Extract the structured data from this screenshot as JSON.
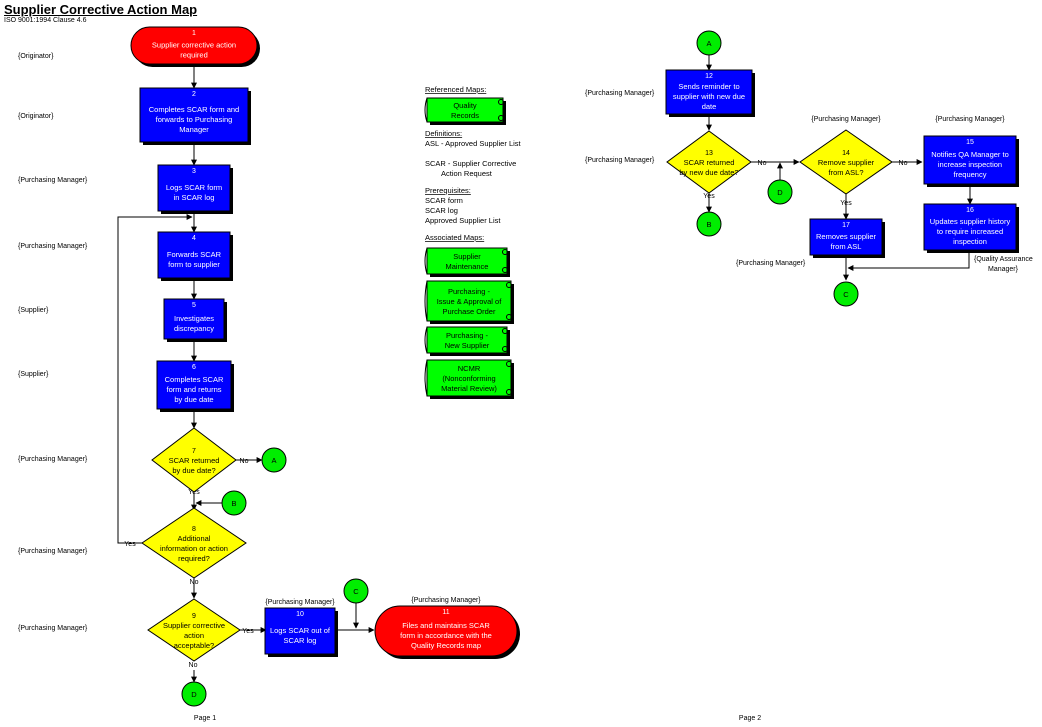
{
  "title": "Supplier Corrective Action Map",
  "subtitle": "ISO 9001:1994 Clause 4.6",
  "colors": {
    "terminator": "#ff0000",
    "process": "#0000ff",
    "decision": "#ffff00",
    "connector": "#00ee00",
    "map": "#00ff00",
    "line": "#000000"
  },
  "page1": {
    "lanes": [
      "{Originator}",
      "{Originator}",
      "{Purchasing Manager}",
      "{Purchasing Manager}",
      "{Supplier}",
      "{Supplier}",
      "{Purchasing Manager}",
      "{Purchasing Manager}",
      "{Purchasing Manager}"
    ],
    "steps": {
      "s1": {
        "num": "1",
        "lines": [
          "Supplier corrective action",
          "required"
        ]
      },
      "s2": {
        "num": "2",
        "lines": [
          "Completes SCAR form and",
          "forwards to Purchasing",
          "Manager"
        ]
      },
      "s3": {
        "num": "3",
        "lines": [
          "Logs SCAR form",
          "in SCAR log"
        ]
      },
      "s4": {
        "num": "4",
        "lines": [
          "Forwards SCAR",
          "form to supplier"
        ]
      },
      "s5": {
        "num": "5",
        "lines": [
          "Investigates",
          "discrepancy"
        ]
      },
      "s6": {
        "num": "6",
        "lines": [
          "Completes SCAR",
          "form and returns",
          "by due date"
        ]
      },
      "s7": {
        "num": "7",
        "lines": [
          "SCAR returned",
          "by due date?"
        ]
      },
      "s8": {
        "num": "8",
        "lines": [
          "Additional",
          "information or action",
          "required?"
        ]
      },
      "s9": {
        "num": "9",
        "lines": [
          "Supplier corrective",
          "action",
          "acceptable?"
        ]
      },
      "s10": {
        "num": "10",
        "role": "{Purchasing Manager}",
        "lines": [
          "Logs SCAR out of",
          "SCAR log"
        ]
      },
      "s11": {
        "num": "11",
        "role": "{Purchasing Manager}",
        "lines": [
          "Files and maintains SCAR",
          "form in accordance with the",
          "Quality Records map"
        ]
      }
    },
    "connectors": {
      "a": "A",
      "b": "B",
      "c": "C",
      "d": "D"
    },
    "labels": {
      "yes": "Yes",
      "no": "No"
    },
    "page_label": "Page 1"
  },
  "sidebar": {
    "referenced_heading": "Referenced Maps:",
    "referenced_maps": [
      [
        "Quality",
        "Records"
      ]
    ],
    "definitions_heading": "Definitions:",
    "definitions": [
      "ASL - Approved Supplier List",
      "SCAR - Supplier Corrective",
      "Action Request"
    ],
    "prereq_heading": "Prerequisites:",
    "prerequisites": [
      "SCAR form",
      "SCAR log",
      "Approved Supplier List"
    ],
    "associated_heading": "Associated Maps:",
    "associated_maps": [
      [
        "Supplier",
        "Maintenance"
      ],
      [
        "Purchasing -",
        "Issue & Approval of",
        "Purchase Order"
      ],
      [
        "Purchasing -",
        "New Supplier"
      ],
      [
        "NCMR",
        "(Nonconforming",
        "Material Review)"
      ]
    ]
  },
  "page2": {
    "steps": {
      "s12": {
        "num": "12",
        "role": "{Purchasing Manager}",
        "lines": [
          "Sends reminder to",
          "supplier with new due",
          "date"
        ]
      },
      "s13": {
        "num": "13",
        "role": "{Purchasing Manager}",
        "lines": [
          "SCAR returned",
          "by new due date?"
        ]
      },
      "s14": {
        "num": "14",
        "role": "{Purchasing Manager}",
        "lines": [
          "Remove supplier",
          "from ASL?"
        ]
      },
      "s15": {
        "num": "15",
        "role": "{Purchasing Manager}",
        "lines": [
          "Notifies QA Manager to",
          "increase inspection",
          "frequency"
        ]
      },
      "s16": {
        "num": "16",
        "role_lines": [
          "{Quality Assurance",
          "Manager}"
        ],
        "lines": [
          "Updates supplier history",
          "to require increased",
          "inspection"
        ]
      },
      "s17": {
        "num": "17",
        "role": "{Purchasing Manager}",
        "lines": [
          "Removes supplier",
          "from ASL"
        ]
      }
    },
    "connectors": {
      "a": "A",
      "b": "B",
      "c": "C",
      "d": "D"
    },
    "labels": {
      "yes": "Yes",
      "no": "No"
    },
    "page_label": "Page 2"
  }
}
